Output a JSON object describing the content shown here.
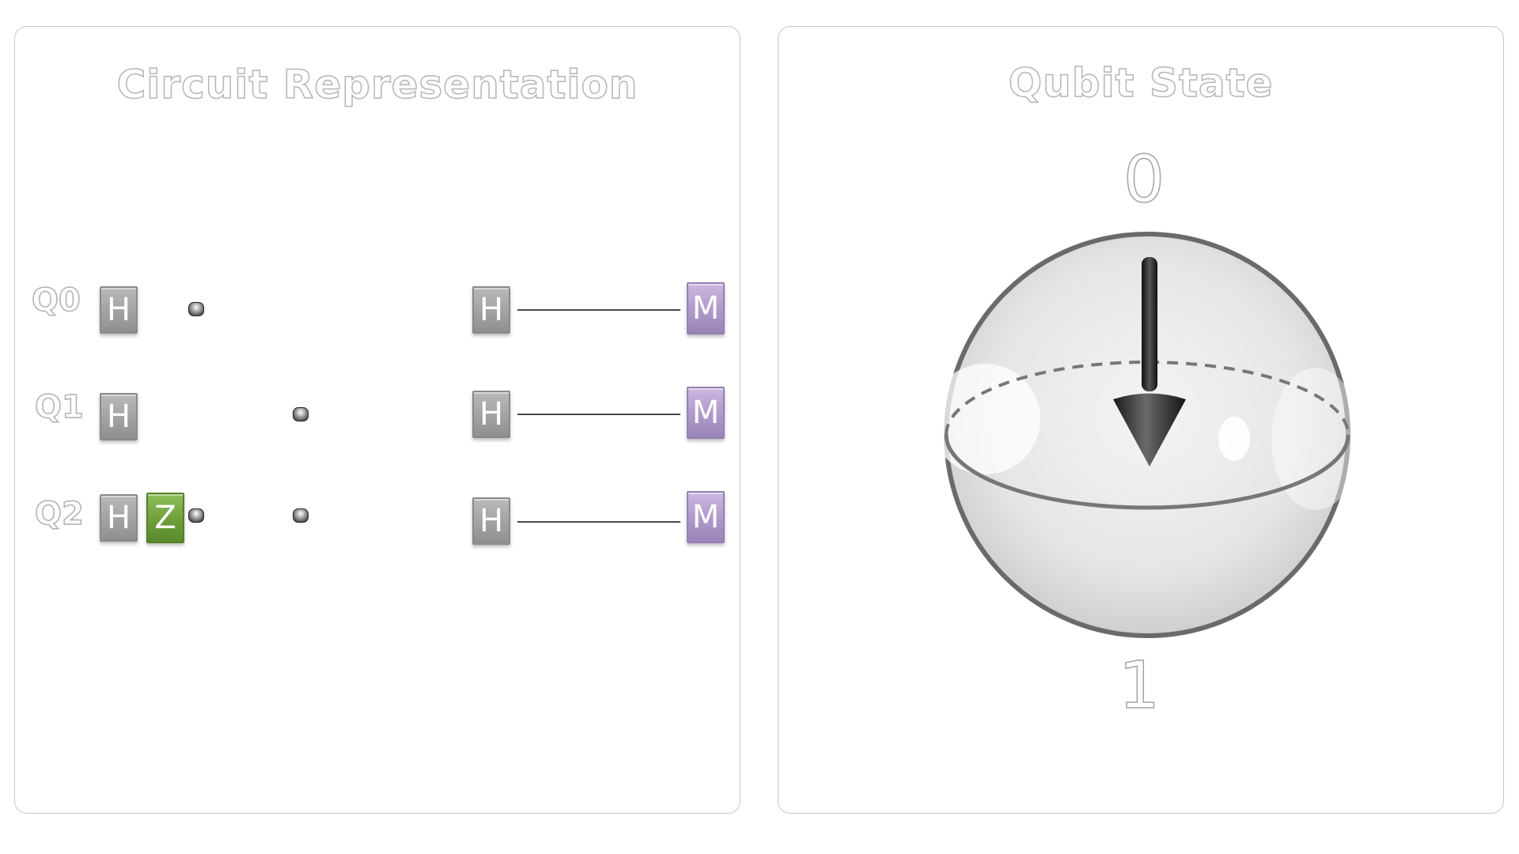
{
  "circuit_panel": {
    "title": "Circuit Representation",
    "qubits": [
      {
        "label": "Q0",
        "first_gates": [
          "H"
        ],
        "second_gate": "H",
        "measure": "M"
      },
      {
        "label": "Q1",
        "first_gates": [
          "H"
        ],
        "second_gate": "H",
        "measure": "M"
      },
      {
        "label": "Q2",
        "first_gates": [
          "H",
          "Z"
        ],
        "second_gate": "H",
        "measure": "M"
      }
    ],
    "gate_colors": {
      "H": "#a2a2a2",
      "Z": "#6f9e3a",
      "M": "#ae99ca"
    }
  },
  "state_panel": {
    "title": "Qubit State",
    "top_label": "0",
    "bottom_label": "1",
    "arrow_direction": "down"
  }
}
